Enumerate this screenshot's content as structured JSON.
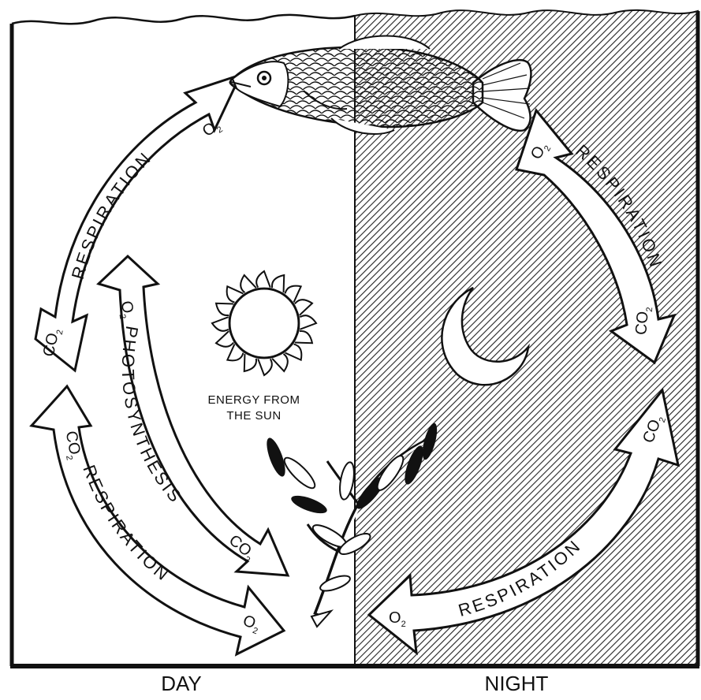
{
  "panels": {
    "day": "DAY",
    "night": "NIGHT"
  },
  "sun": {
    "line1": "ENERGY FROM",
    "line2": "THE SUN"
  },
  "day_top": {
    "label": "RESPIRATION",
    "in_gas": "CO",
    "in_sub": "2",
    "out_gas": "O",
    "out_sub": "2"
  },
  "day_inner": {
    "label": "PHOTOSYNTHESIS",
    "top_gas": "O",
    "top_sub": "2",
    "bottom_gas": "CO",
    "bottom_sub": "2"
  },
  "day_bottom": {
    "label": "RESPIRATION",
    "top_gas": "CO",
    "top_sub": "2",
    "bottom_gas": "O",
    "bottom_sub": "2"
  },
  "night_right": {
    "label": "RESPIRATION",
    "top_gas": "O",
    "top_sub": "2",
    "bottom_gas": "CO",
    "bottom_sub": "2"
  },
  "night_bottom": {
    "label": "RESPIRATION",
    "left_gas": "O",
    "left_sub": "2",
    "right_gas": "CO",
    "right_sub": "2"
  },
  "colors": {
    "ink": "#111111",
    "paper": "#ffffff"
  },
  "icons": [
    "fish-icon",
    "sun-icon",
    "moon-icon",
    "plant-icon"
  ]
}
